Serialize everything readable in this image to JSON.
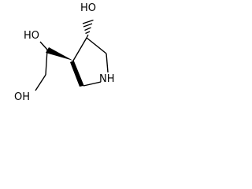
{
  "molecule": {
    "atoms": {
      "ring_oh": "HO",
      "ring_nh": "NH",
      "side_oh_upper": "HO",
      "side_oh_lower": "OH"
    },
    "colors": {
      "bond": "#000000",
      "background": "#ffffff"
    }
  }
}
